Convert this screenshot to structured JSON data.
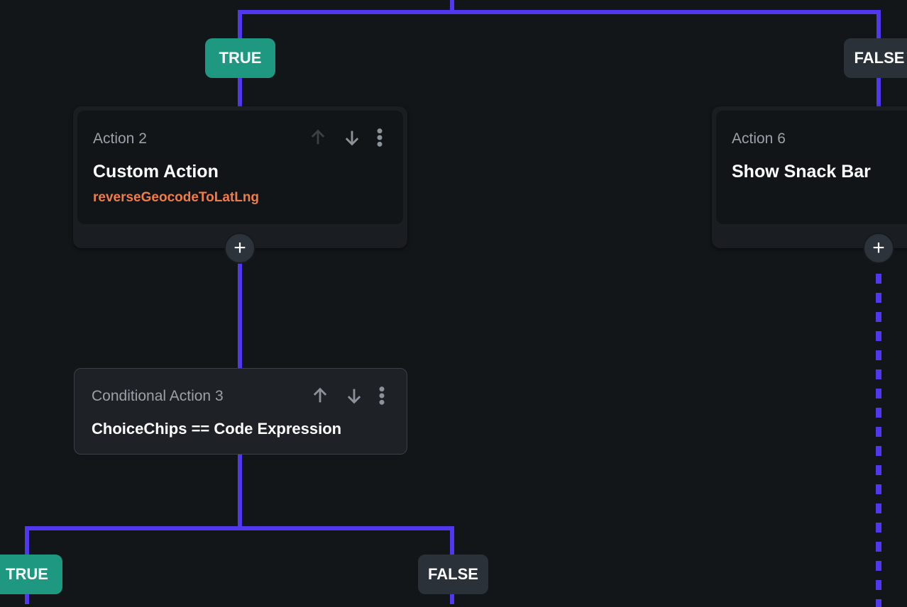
{
  "branches": {
    "true_label": "TRUE",
    "false_label": "FALSE"
  },
  "actions": [
    {
      "label": "Action 2",
      "title": "Custom Action",
      "subtitle": "reverseGeocodeToLatLng"
    },
    {
      "label": "Action 6",
      "title": "Show Snack Bar"
    }
  ],
  "conditional": {
    "label": "Conditional Action 3",
    "expression": "ChoiceChips  ==  Code Expression"
  },
  "add_symbol": "+",
  "colors": {
    "connector": "#5038ef",
    "true": "#1f9882",
    "false": "#2a3139",
    "subtitle": "#f07c48"
  }
}
